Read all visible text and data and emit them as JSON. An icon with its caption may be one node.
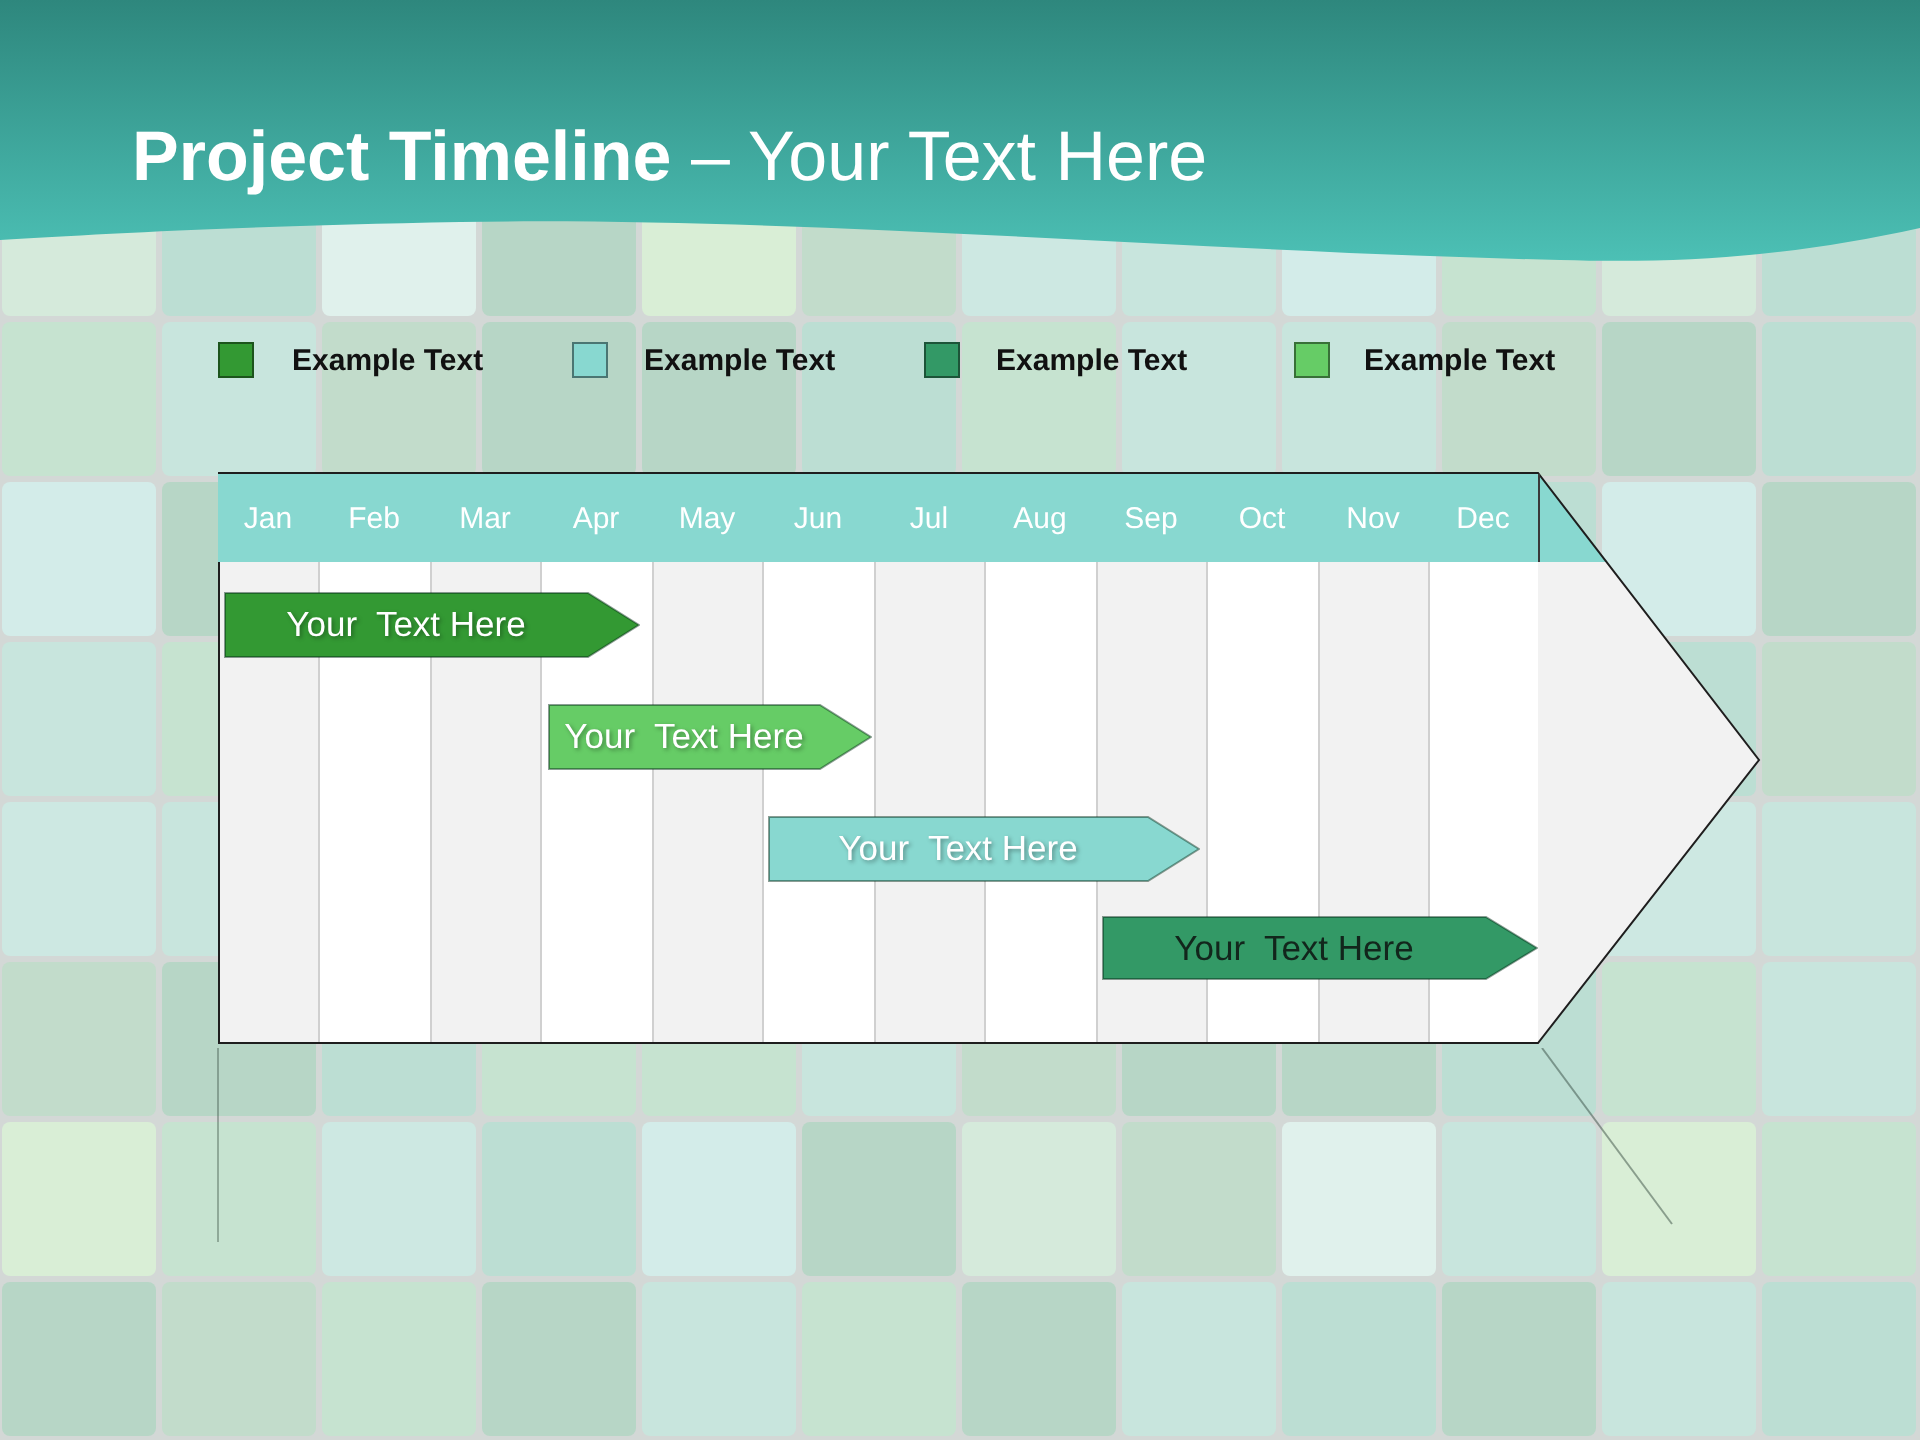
{
  "diagram": {
    "title": "**Project Timeline** – Your Text Here",
    "nodes": [
      {
        "text": [],
        "shape": "arrow"
      },
      {
        "text": [
          "Jan"
        ],
        "in": 0
      },
      {
        "text": [
          "Feb"
        ],
        "in": 0
      },
      {
        "text": [
          "Mar"
        ],
        "in": 0
      },
      {
        "text": [
          "Apr"
        ],
        "in": 0
      },
      {
        "text": [
          "May"
        ],
        "in": 0
      },
      {
        "text": [
          "Jun"
        ],
        "in": 0
      },
      {
        "text": [
          "Jul"
        ],
        "in": 0
      },
      {
        "text": [
          "Aug"
        ],
        "in": 0
      },
      {
        "text": [
          "Sep"
        ],
        "in": 0
      },
      {
        "text": [
          "Oct"
        ],
        "in": 0
      },
      {
        "text": [
          "Nov"
        ],
        "in": 0
      },
      {
        "text": [
          "Dec"
        ],
        "in": 0
      },
      {
        "text": [
          "Your  Text Here"
        ],
        "in": 0
      },
      {
        "text": [
          "Your  Text Here"
        ],
        "in": 0
      },
      {
        "text": [
          "Your  Text Here"
        ],
        "in": 0
      },
      {
        "text": [
          "Your  Text Here"
        ],
        "in": 0
      }
    ],
    "legend": [
      {
        "text": "Example Text",
        "color": "#339933"
      },
      {
        "text": "Example Text",
        "color": "#88d8d0"
      },
      {
        "text": "Example Text",
        "color": "#339966"
      },
      {
        "text": "Example Text",
        "color": "#66cc66"
      }
    ]
  }
}
